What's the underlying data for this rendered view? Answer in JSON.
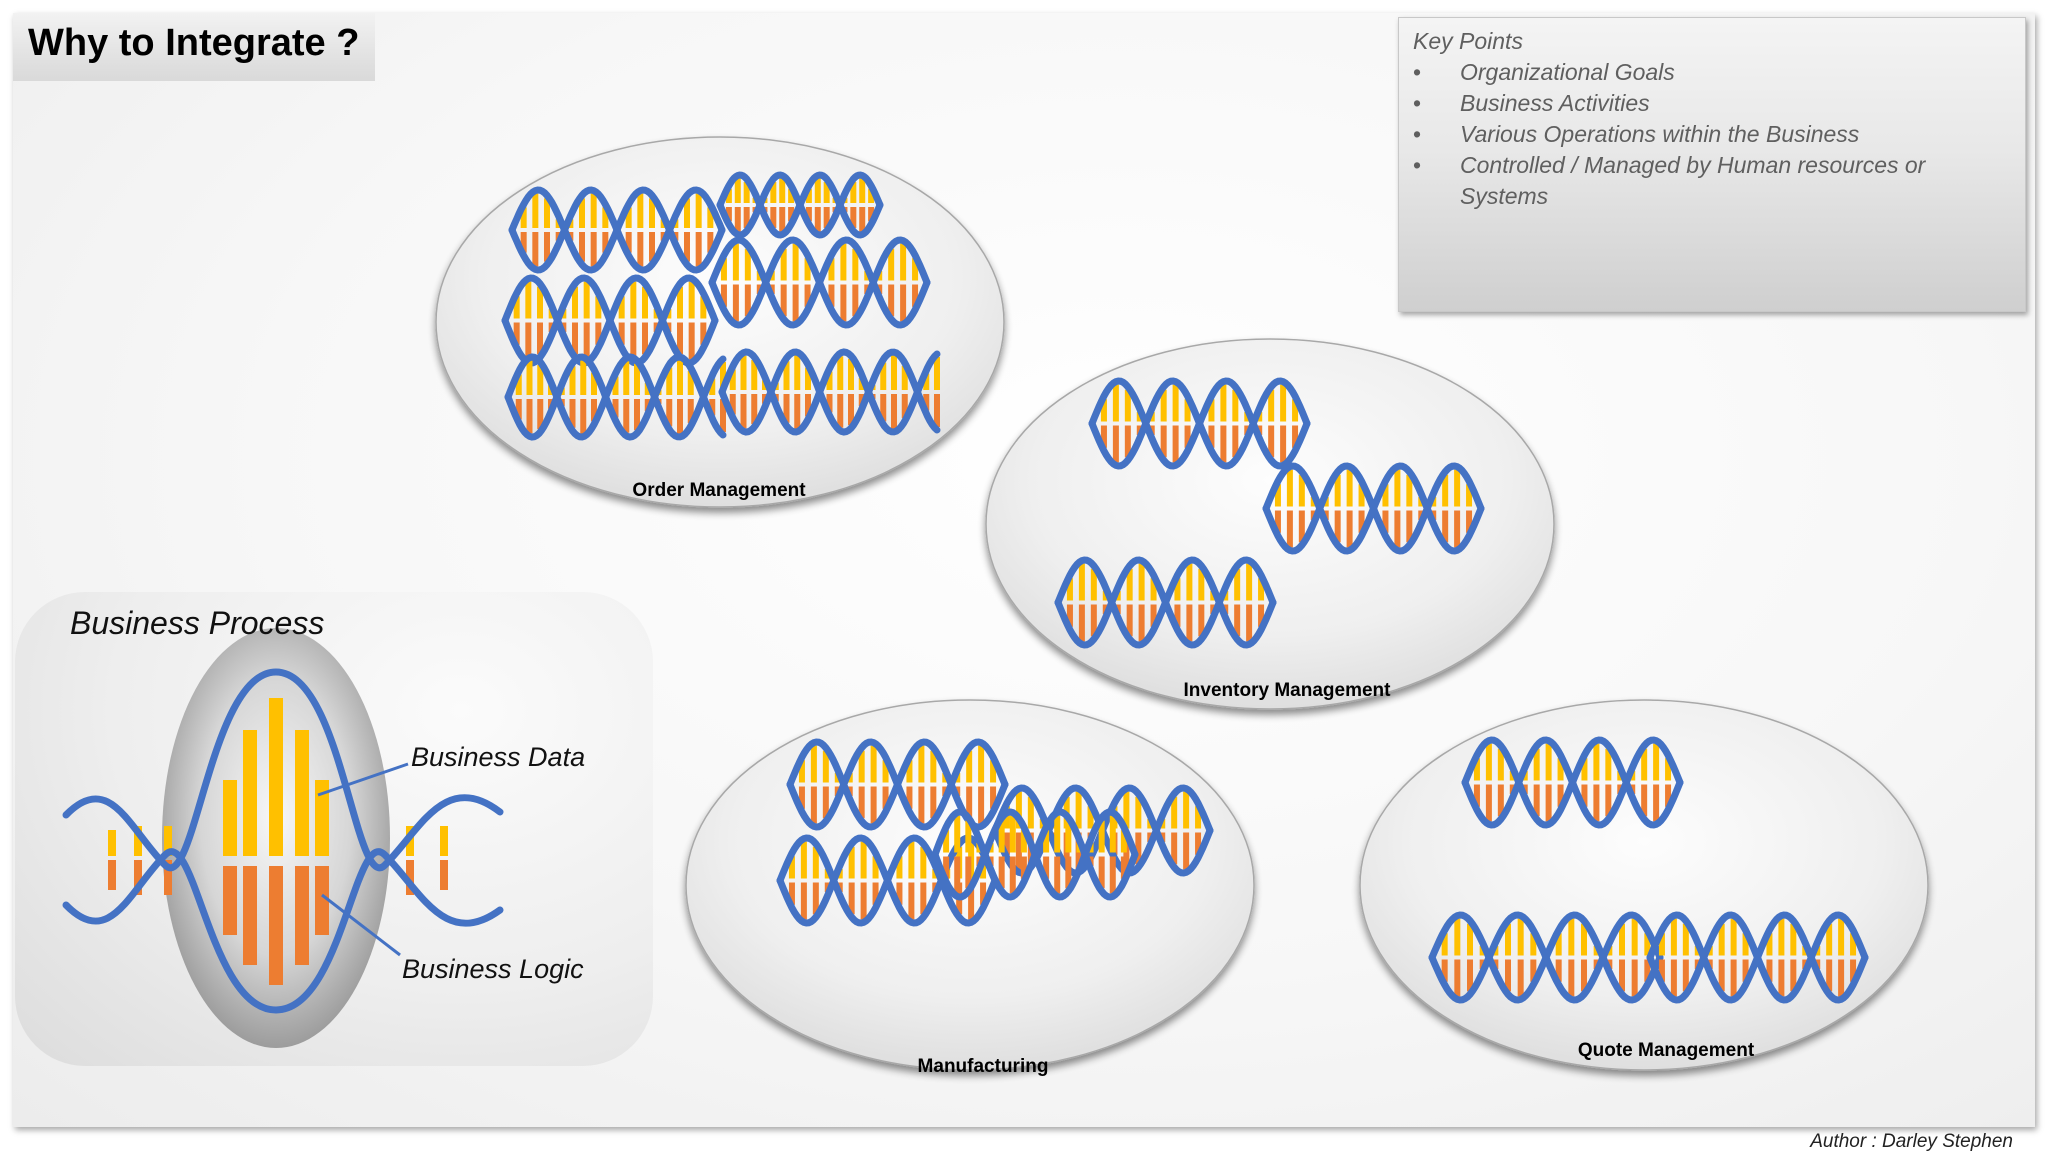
{
  "slide": {
    "title": "Why to Integrate ?",
    "author": "Author : Darley Stephen"
  },
  "key_points": {
    "heading": "Key Points",
    "items": [
      "Organizational Goals",
      "Business Activities",
      "Various Operations within the Business",
      "Controlled / Managed by Human resources or Systems"
    ]
  },
  "business_process": {
    "title": "Business Process",
    "data_label": "Business Data",
    "logic_label": "Business Logic"
  },
  "clusters": [
    {
      "name": "Order Management",
      "helix_count": 6
    },
    {
      "name": "Inventory Management",
      "helix_count": 3
    },
    {
      "name": "Manufacturing",
      "helix_count": 4
    },
    {
      "name": "Quote Management",
      "helix_count": 3
    }
  ],
  "colors": {
    "strand": "#4472c4",
    "rung_top": "#ffc000",
    "rung_bottom": "#ed7d31",
    "text_muted": "#5f5f5f"
  },
  "icons": {
    "bullet": "•",
    "helix": "dna-helix-icon"
  }
}
